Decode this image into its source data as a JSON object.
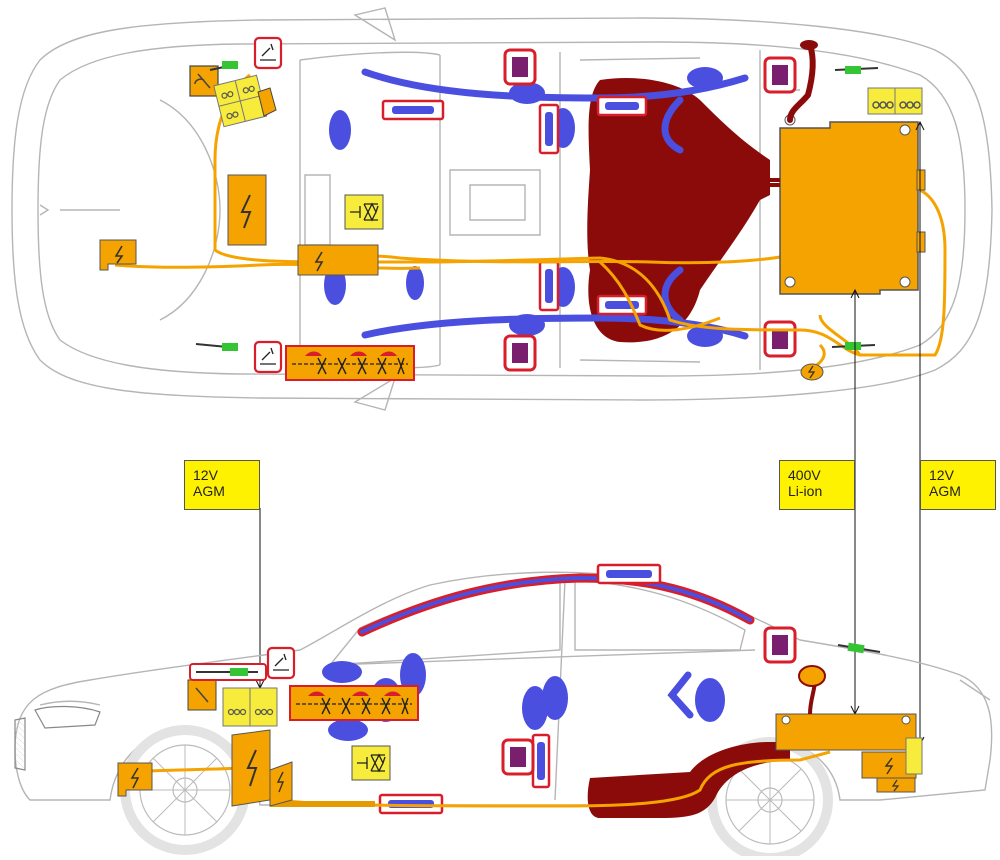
{
  "callouts": [
    {
      "id": "agm-front",
      "line1": "12V",
      "line2": "AGM"
    },
    {
      "id": "liion",
      "line1": "400V",
      "line2": "Li-ion"
    },
    {
      "id": "agm-rear",
      "line1": "12V",
      "line2": "AGM"
    }
  ],
  "colors": {
    "outline": "#b5b5b5",
    "hv_component": "#f5a300",
    "hv_cable": "#f5a300",
    "lv_battery": "#f7ec3c",
    "fuel_tank": "#8b0a0a",
    "airbag": "#4b4fe0",
    "airbag_outline": "#d81e2a",
    "sensor_fill": "#7a1f6e",
    "gas_strut": "#34c434",
    "wiring_dark": "#333333"
  },
  "icons": [
    "lightning-icon",
    "airbag-icon",
    "pretensioner-icon",
    "battery-icon",
    "fuse-icon",
    "hood-lift-icon"
  ]
}
